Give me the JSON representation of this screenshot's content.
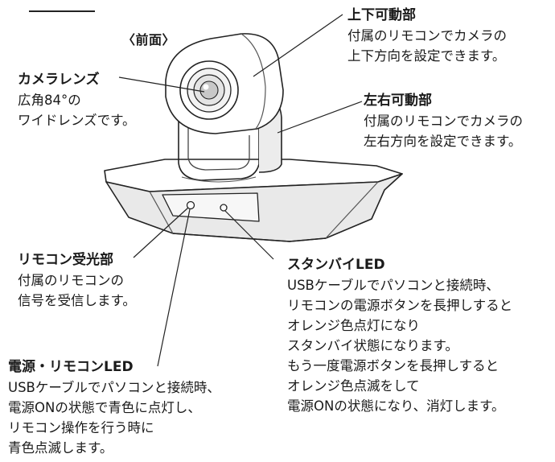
{
  "view_label": "〈前面〉",
  "callouts": {
    "tilt": {
      "title": "上下可動部",
      "lines": [
        "付属のリモコンでカメラの",
        "上下方向を設定できます。"
      ]
    },
    "pan": {
      "title": "左右可動部",
      "lines": [
        "付属のリモコンでカメラの",
        "左右方向を設定できます。"
      ]
    },
    "lens": {
      "title": "カメラレンズ",
      "lines": [
        "広角84°の",
        "ワイドレンズです。"
      ]
    },
    "ir_receiver": {
      "title": "リモコン受光部",
      "lines": [
        "付属のリモコンの",
        "信号を受信します。"
      ]
    },
    "standby_led": {
      "title": "スタンバイLED",
      "lines": [
        "USBケーブルでパソコンと接続時、",
        "リモコンの電源ボタンを長押しすると",
        "オレンジ色点灯になり",
        "スタンバイ状態になります。",
        "もう一度電源ボタンを長押しすると",
        "オレンジ色点滅をして",
        "電源ONの状態になり、消灯します。"
      ]
    },
    "power_led": {
      "title": "電源・リモコンLED",
      "lines": [
        "USBケーブルでパソコンと接続時、",
        "電源ONの状態で青色に点灯し、",
        "リモコン操作を行う時に",
        "青色点滅します。"
      ]
    }
  }
}
